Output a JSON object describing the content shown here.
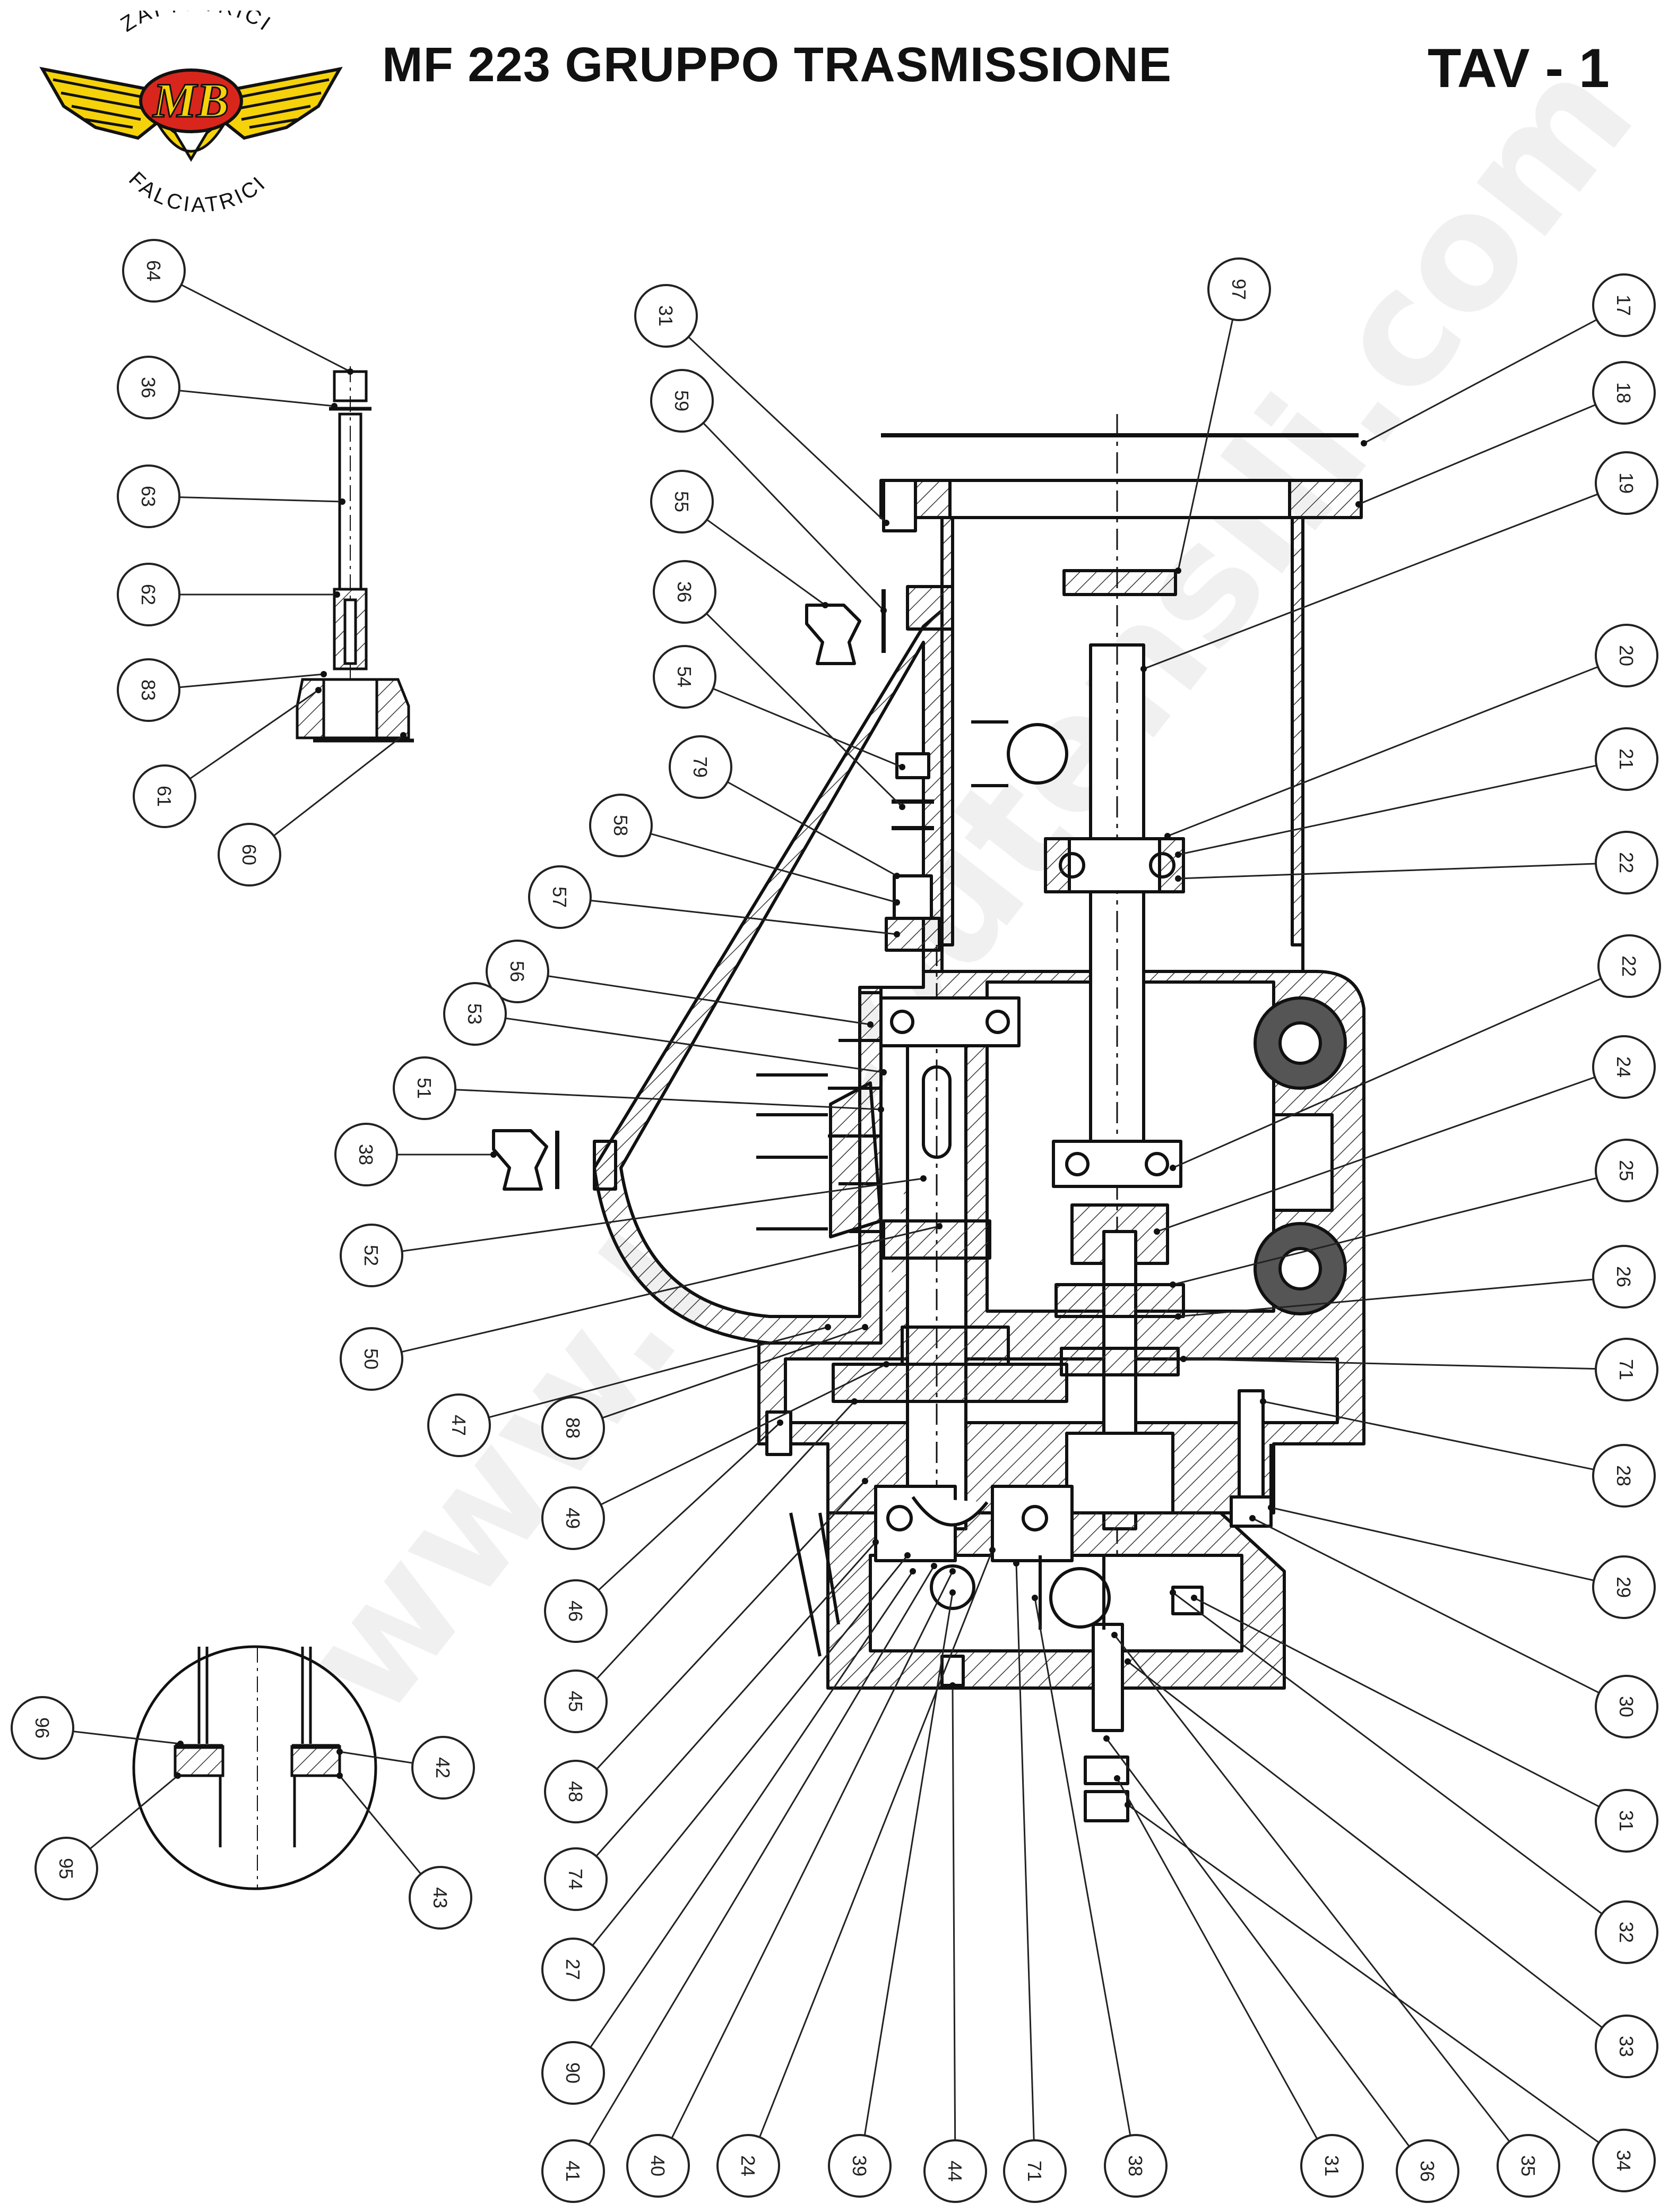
{
  "header": {
    "title": "MF 223  GRUPPO TRASMISSIONE",
    "table": "TAV - 1"
  },
  "logo": {
    "brand": "MB",
    "top_text": "ZAPPATRICI",
    "bottom_text": "FALCIATRICI",
    "colors": {
      "red": "#d8261c",
      "yellow": "#f5d20a",
      "black": "#111111"
    }
  },
  "watermark": "www.bricoutensili.com",
  "callouts": {
    "top_detail": [
      "64",
      "36",
      "63",
      "62",
      "83",
      "61",
      "60"
    ],
    "circle_detail": [
      "96",
      "95",
      "42",
      "43"
    ],
    "left_column": [
      "31",
      "59",
      "55",
      "36",
      "54",
      "79",
      "58",
      "57",
      "56",
      "53",
      "51",
      "38",
      "52",
      "50",
      "47",
      "88",
      "49",
      "46",
      "45",
      "48",
      "74",
      "27",
      "90",
      "41"
    ],
    "top_center": [
      "97"
    ],
    "right_column": [
      "17",
      "18",
      "19",
      "20",
      "21",
      "22",
      "22",
      "24",
      "25",
      "26",
      "71",
      "28",
      "29",
      "30",
      "31",
      "32",
      "33",
      "34"
    ],
    "bottom_row": [
      "40",
      "24",
      "39",
      "44",
      "71",
      "38",
      "31",
      "36",
      "35"
    ]
  }
}
